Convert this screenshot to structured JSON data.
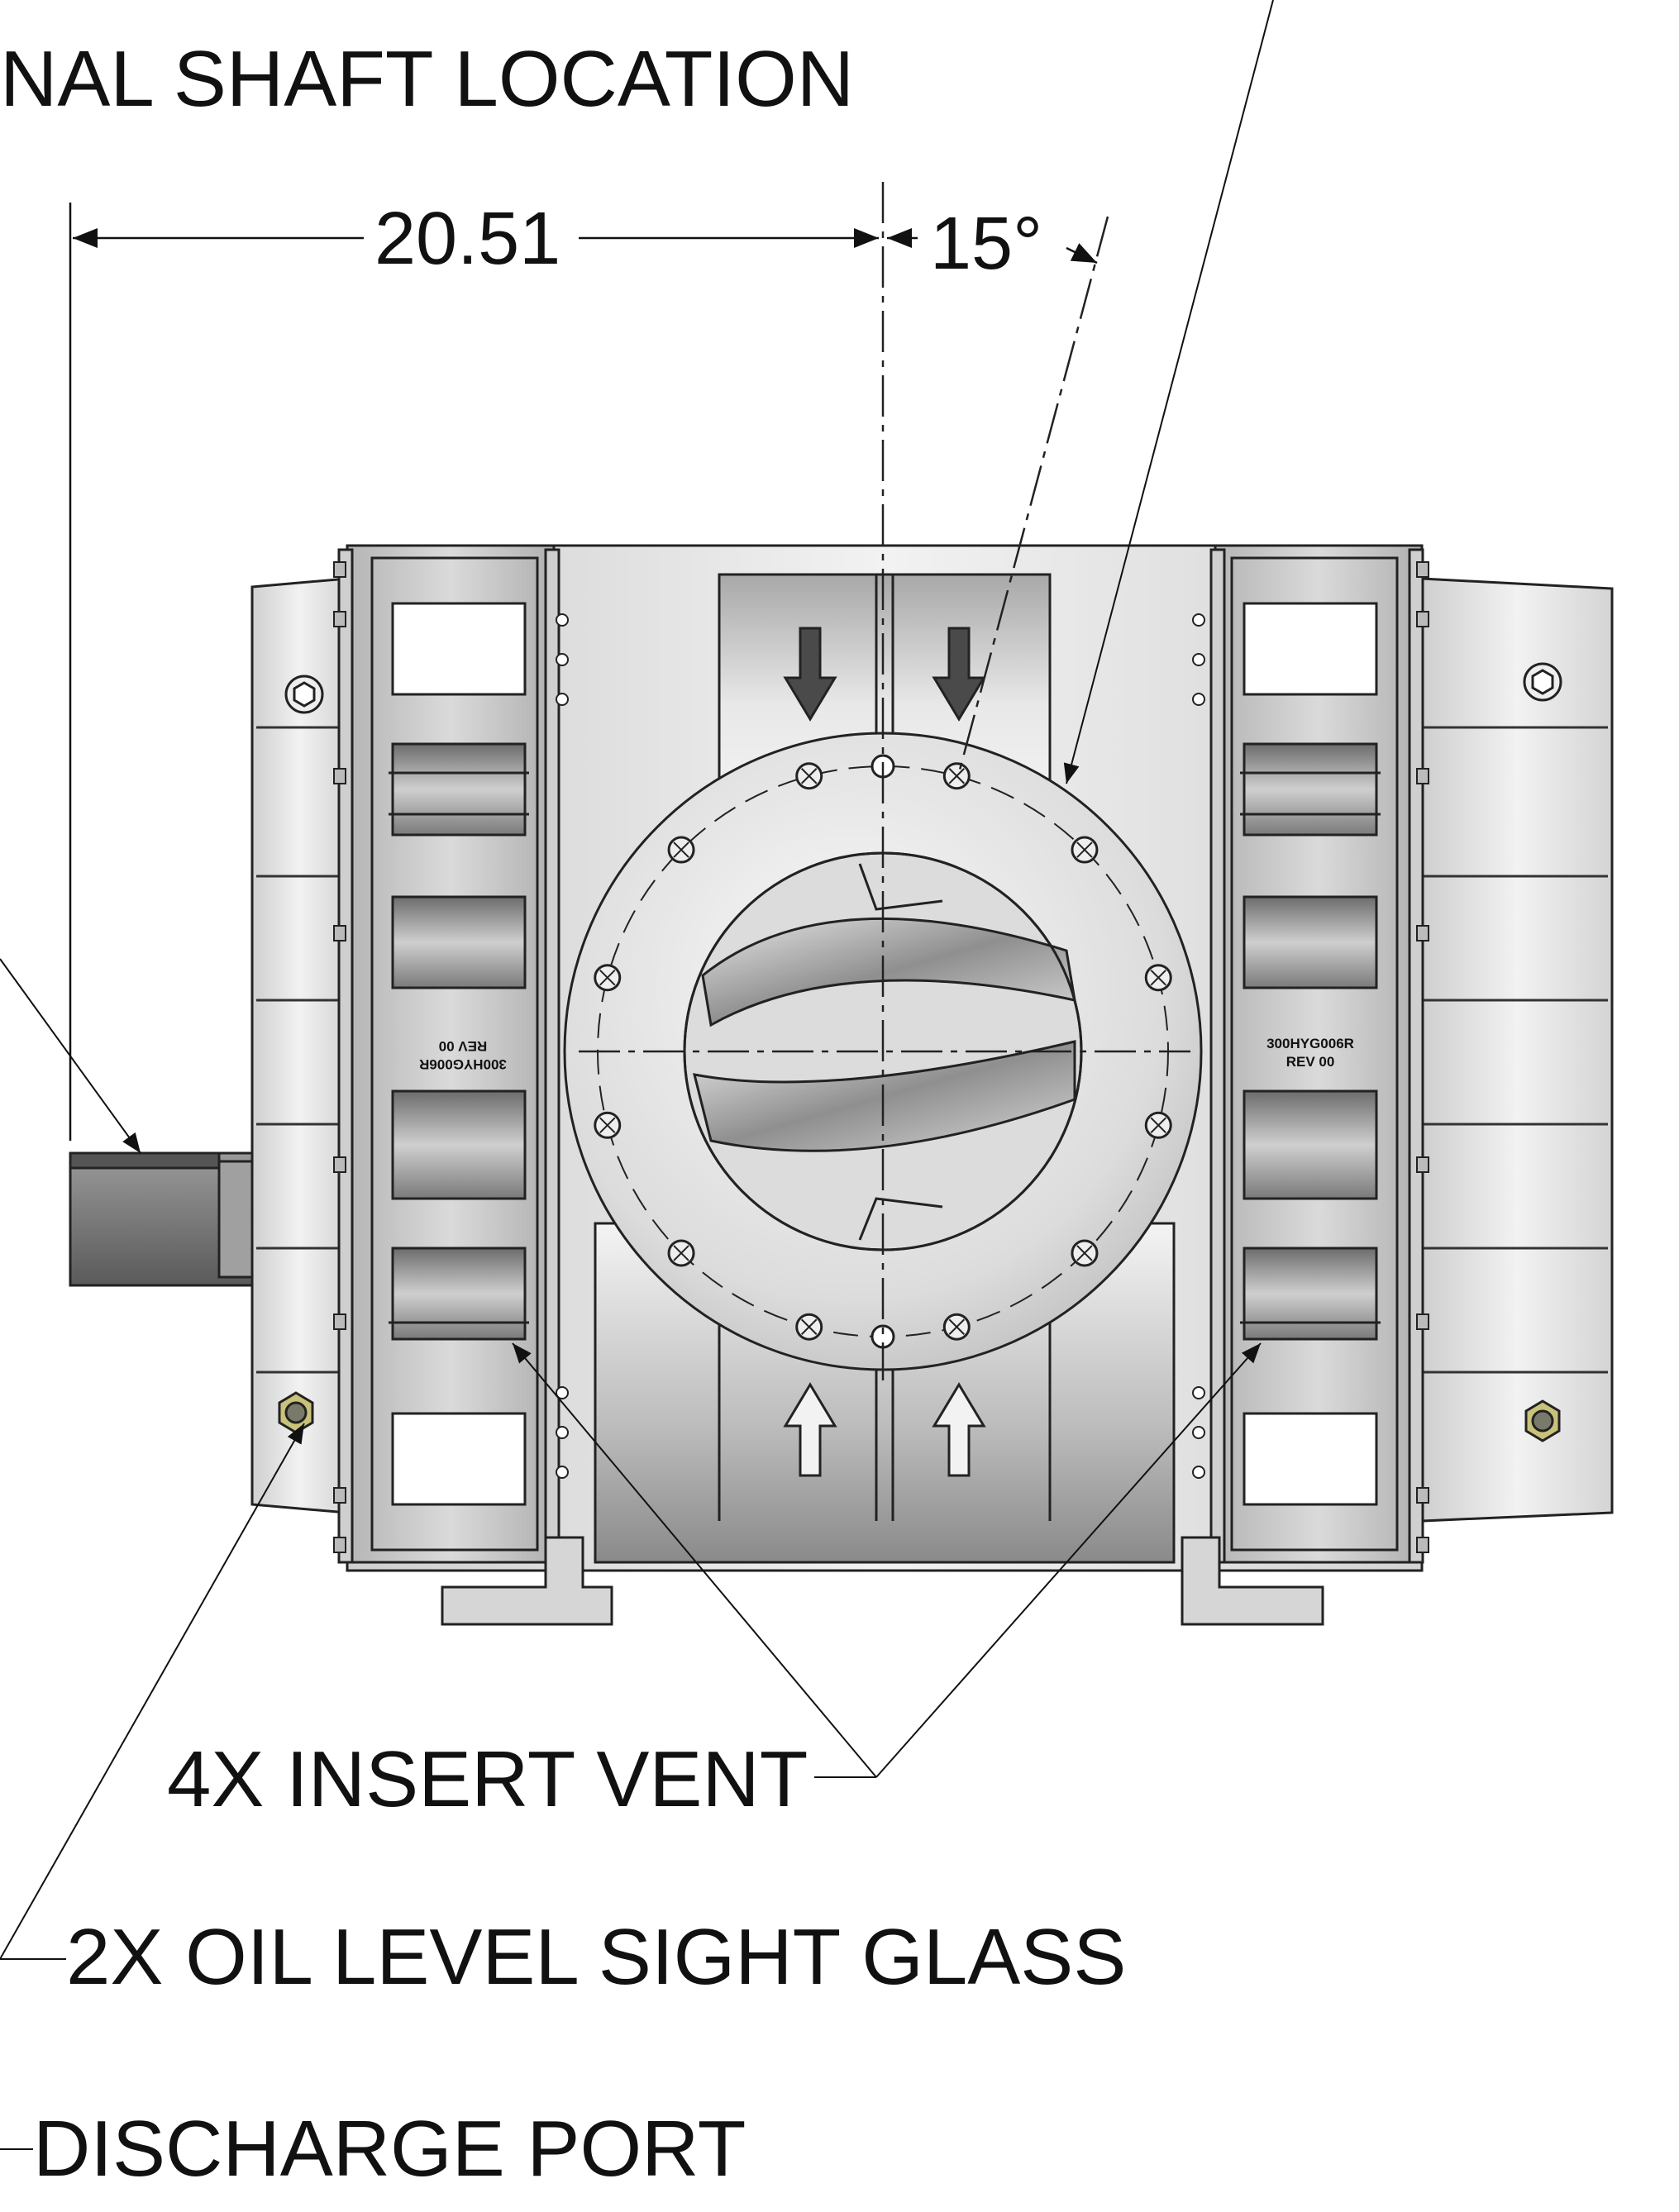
{
  "callouts": {
    "shaft_location": "NAL SHAFT LOCATION",
    "insert_vent": "4X INSERT VENT",
    "oil_sight_glass": "2X OIL LEVEL SIGHT GLASS",
    "discharge_port": "DISCHARGE PORT"
  },
  "dimensions": {
    "shaft_offset": "20.51",
    "bolt_angle": "15°"
  },
  "stamps": {
    "left_part": "300HYG006R",
    "left_rev": "REV 00",
    "right_part": "300HYG006R",
    "right_rev": "REV 00"
  },
  "colors": {
    "line": "#111111",
    "body_light": "#e6e6e6",
    "body_mid": "#bdbdbd",
    "body_dark": "#6e6e6e",
    "brass": "#c9c27a"
  }
}
